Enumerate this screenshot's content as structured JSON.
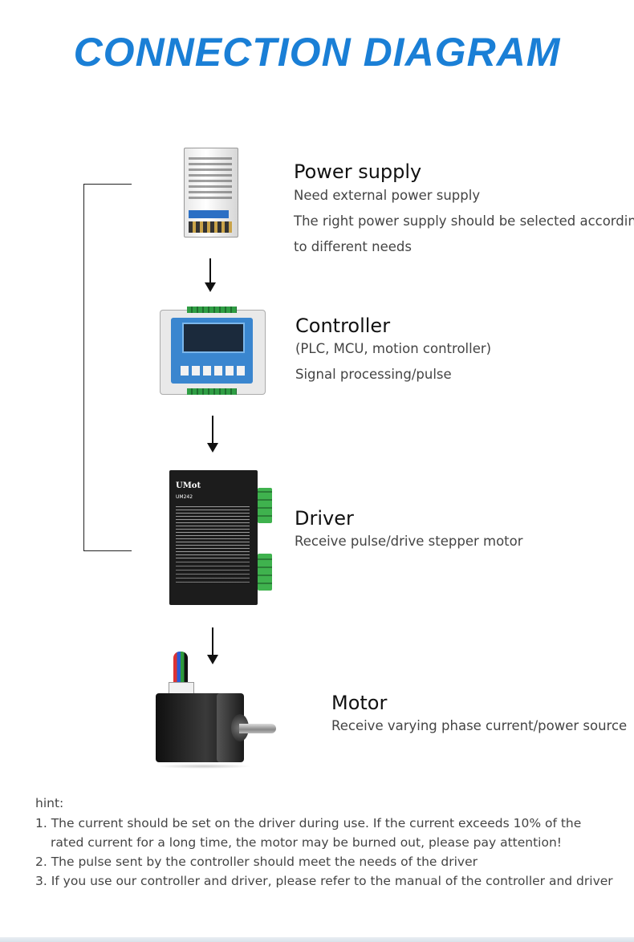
{
  "title": "CONNECTION DIAGRAM",
  "components": {
    "power_supply": {
      "title": "Power supply",
      "lines": [
        "Need external power supply",
        "The right power supply should be selected according",
        "to different needs"
      ]
    },
    "controller": {
      "title": "Controller",
      "lines": [
        "(PLC, MCU, motion controller)",
        "Signal processing/pulse"
      ]
    },
    "driver": {
      "title": "Driver",
      "lines": [
        "Receive pulse/drive stepper motor"
      ],
      "device_brand": "UMot",
      "device_model": "UM242"
    },
    "motor": {
      "title": "Motor",
      "lines": [
        "Receive varying phase current/power source"
      ]
    }
  },
  "hint": {
    "title": "hint:",
    "items": [
      "1. The current should be set on the driver during use. If the current exceeds 10% of the",
      "rated current for a long time, the motor may be burned out, please pay attention!",
      "2. The pulse sent by the controller should meet the needs of the driver",
      "3. If you use our controller and driver, please refer to the manual of the controller and driver"
    ]
  },
  "colors": {
    "title": "#1a7fd6",
    "arrow": "#111111"
  }
}
